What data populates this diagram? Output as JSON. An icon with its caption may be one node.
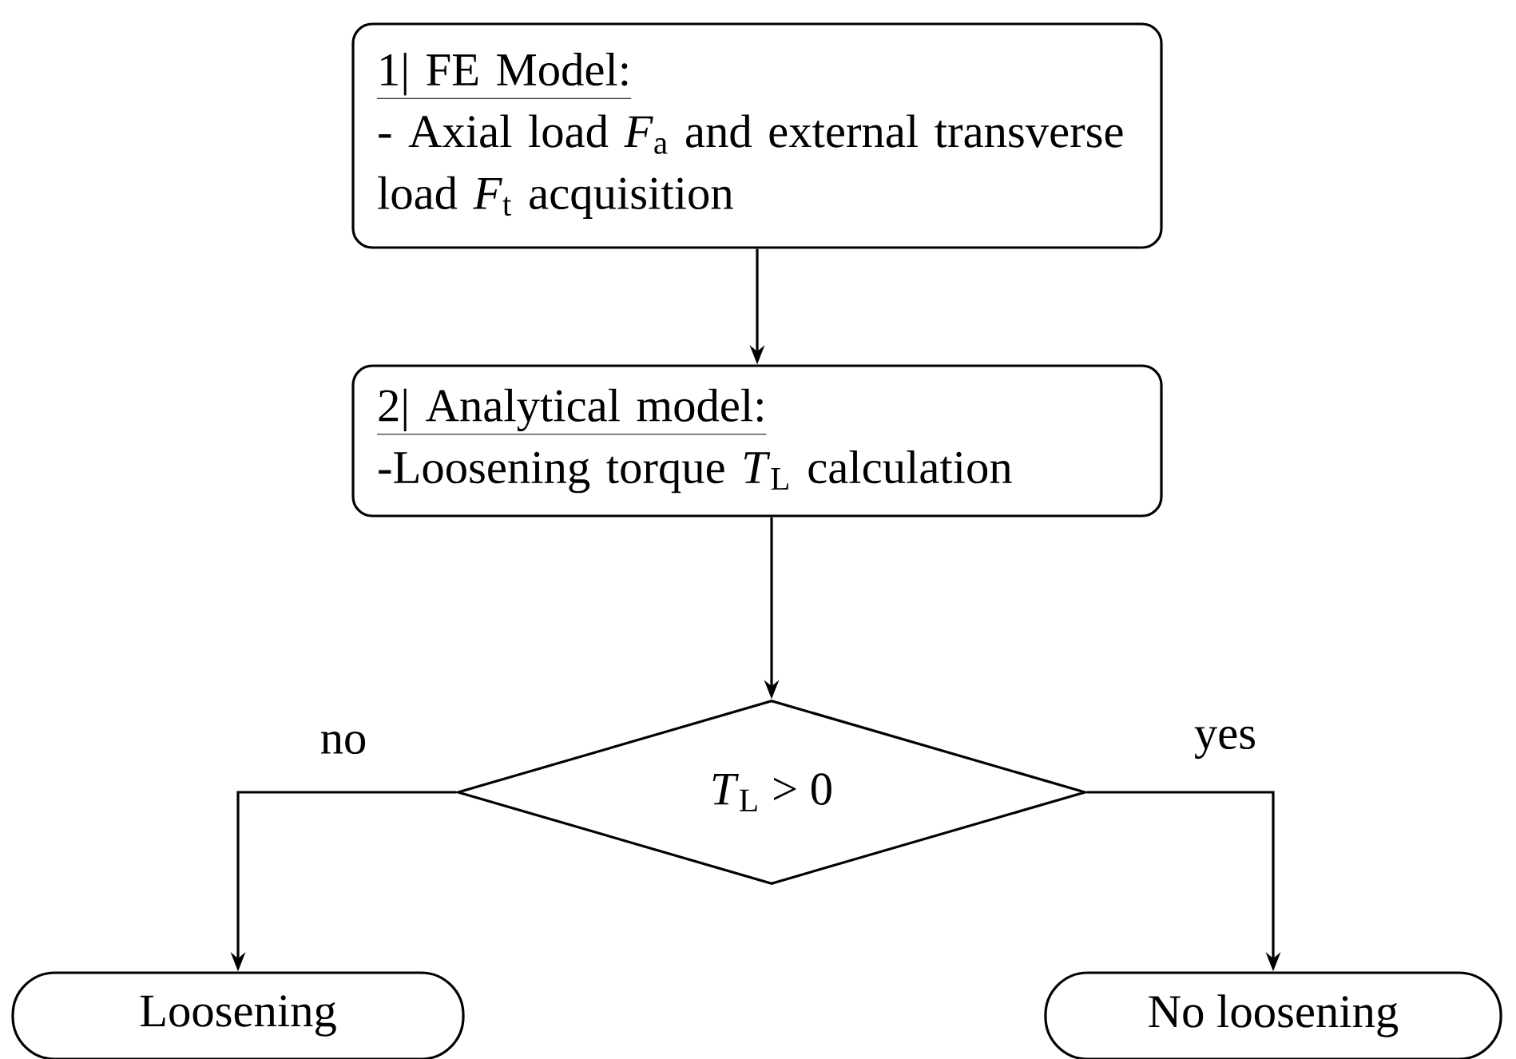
{
  "diagram": {
    "nodes": [
      {
        "text": [
          "1| FE Model:",
          "- Axial load *F*$_{a}$ and external transverse load *F*$_{t}$ acquisition"
        ]
      },
      {
        "text": [
          "2| Analytical model:",
          "-Loosening torque *T*$_{L}$ calculation"
        ]
      },
      {
        "text": [
          "*T*$_{L}$ > 0"
        ]
      },
      {
        "text": [
          "Loosening"
        ]
      },
      {
        "text": [
          "No loosening"
        ]
      }
    ],
    "edges": [
      {
        "from": 0,
        "to": 1,
        "arrow": "to"
      },
      {
        "from": 1,
        "to": 2,
        "arrow": "to"
      },
      {
        "from": 2,
        "to": 3,
        "arrow": "to",
        "label": "no"
      },
      {
        "from": 2,
        "to": 4,
        "arrow": "to",
        "label": "yes"
      }
    ]
  }
}
